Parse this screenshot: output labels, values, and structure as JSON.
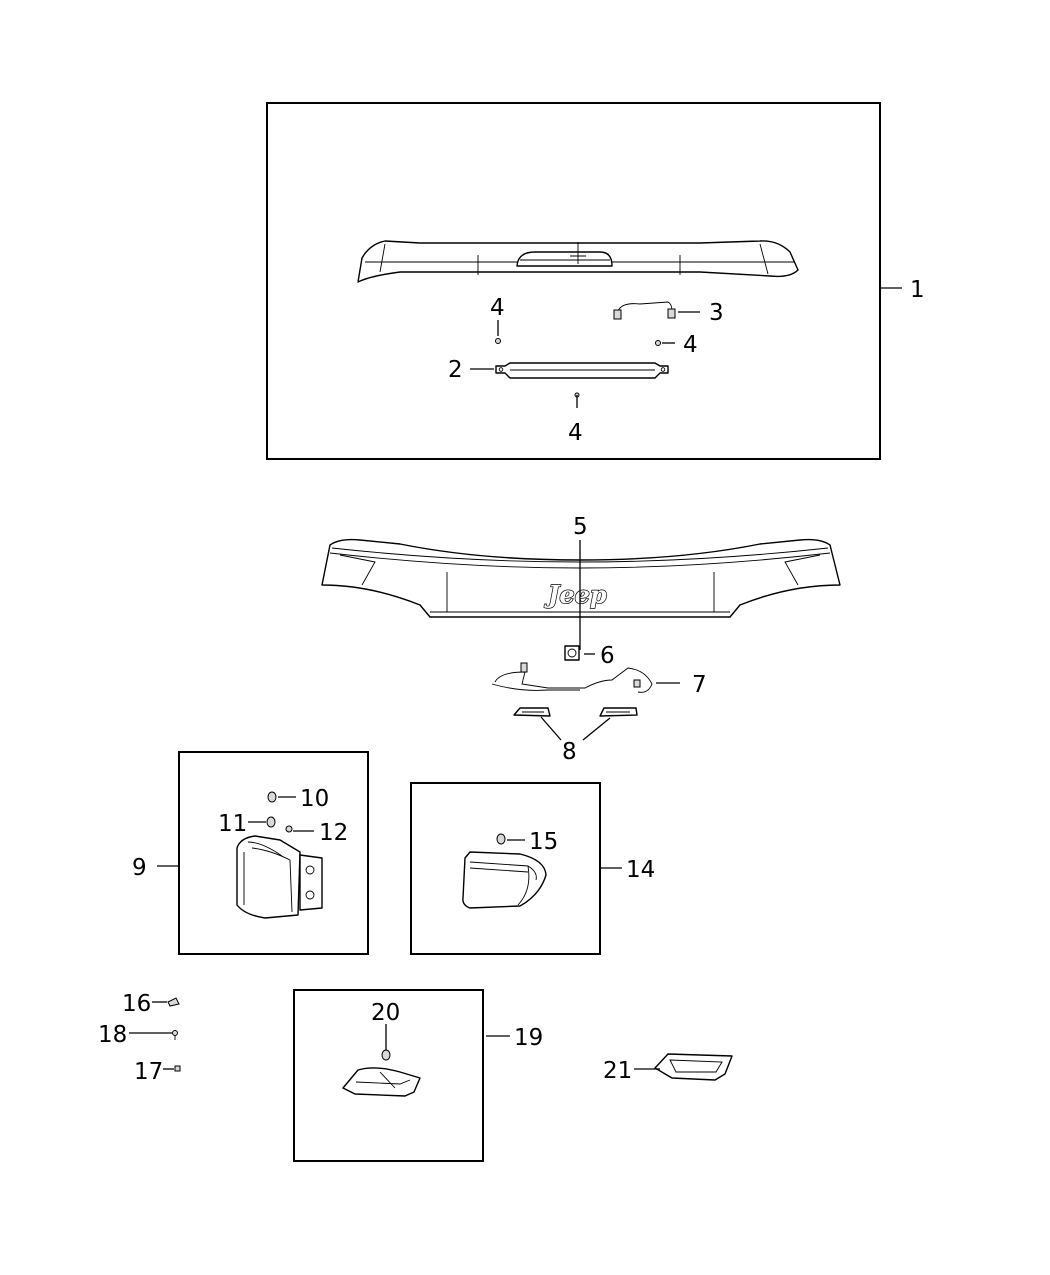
{
  "callouts": {
    "c1": "1",
    "c2": "2",
    "c3": "3",
    "c4a": "4",
    "c4b": "4",
    "c4c": "4",
    "c5": "5",
    "c6": "6",
    "c7": "7",
    "c8": "8",
    "c9": "9",
    "c10": "10",
    "c11": "11",
    "c12": "12",
    "c14": "14",
    "c15": "15",
    "c16": "16",
    "c17": "17",
    "c18": "18",
    "c19": "19",
    "c20": "20",
    "c21": "21"
  },
  "logo_text": "Jeep",
  "colors": {
    "line": "#000000",
    "background": "#ffffff",
    "shade": "#d9d9d9"
  }
}
